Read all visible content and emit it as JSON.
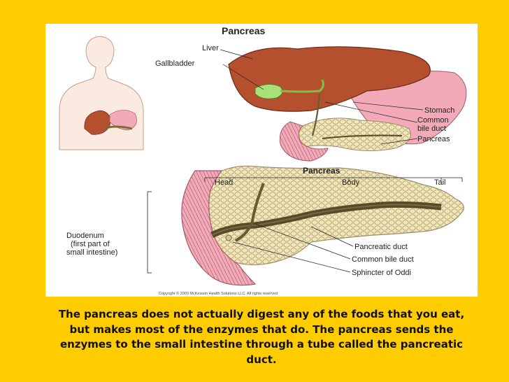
{
  "figure": {
    "top_title": "Pancreas",
    "bottom_title": "Pancreas",
    "labels": {
      "liver": "Liver",
      "gallbladder": "Gallbladder",
      "stomach": "Stomach",
      "common_bile_duct_1": "Common",
      "common_bile_duct_2": "bile duct",
      "pancreas": "Pancreas",
      "head": "Head",
      "body": "Body",
      "tail": "Tail",
      "duodenum": "Duodenum",
      "duodenum_note_1": "(first part of",
      "duodenum_note_2": "small intestine)",
      "pancreatic_duct": "Pancreatic duct",
      "common_bile_duct": "Common bile duct",
      "sphincter": "Sphincter of Oddi"
    },
    "copyright": "Copyright © 2003 McKesson Health Solutions LLC. All rights reserved"
  },
  "caption": "The pancreas does not actually digest any of the foods that you eat, but makes most of the enzymes that do. The pancreas sends the enzymes to the small intestine through a tube called the pancreatic duct.",
  "colors": {
    "background": "#FFCC00",
    "liver": "#B5502E",
    "gallbladder": "#A8E07A",
    "stomach": "#F2A9B8",
    "pancreas": "#F3E6B8",
    "duct": "#5A4A2A"
  }
}
